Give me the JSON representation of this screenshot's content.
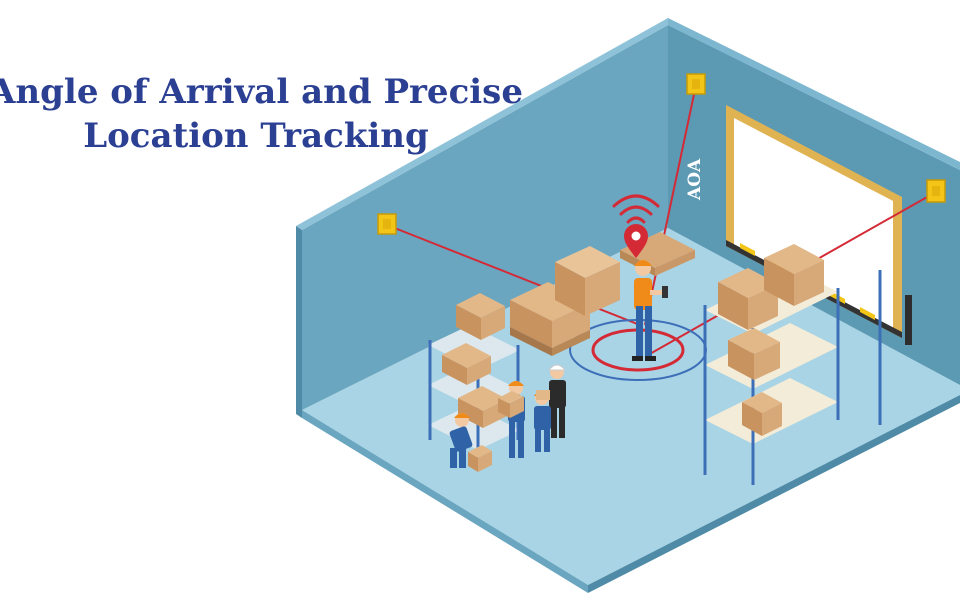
{
  "title": {
    "line1": "Angle of Arrival and Precise",
    "line2": "Location Tracking"
  },
  "diagram": {
    "wall_label": "AOA"
  },
  "colors": {
    "title": "#2b3f93",
    "wall_dark": "#5f9bb5",
    "wall_light": "#74aec6",
    "floor": "#a9d4e6",
    "signal_line": "#d42a36",
    "locator": "#f3c516",
    "box": "#d7a878",
    "worker_vest": "#f08a18",
    "worker_pants": "#2f62a6"
  },
  "icons": [
    "location-pin-icon",
    "wifi-signal-icon",
    "aoa-locator-icon"
  ]
}
